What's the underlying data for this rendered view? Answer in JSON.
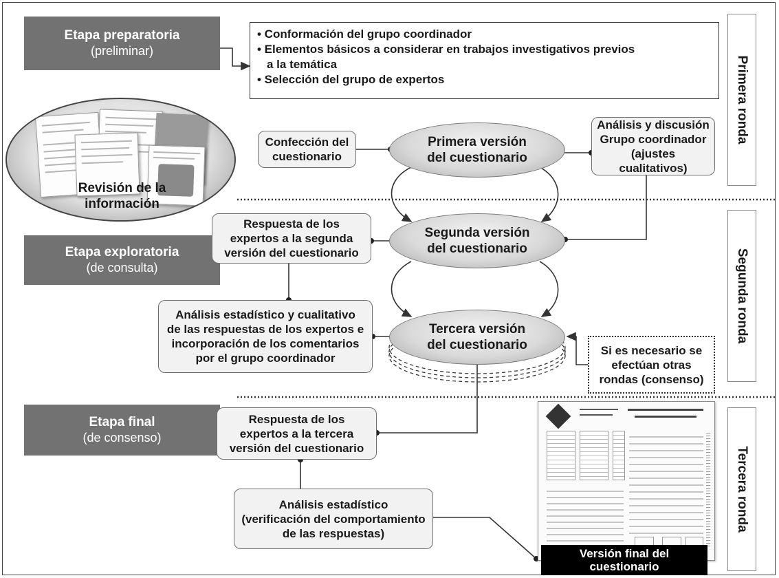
{
  "stages": {
    "preparatory": {
      "title": "Etapa preparatoria",
      "subtitle": "(preliminar)"
    },
    "exploratory": {
      "title": "Etapa exploratoria",
      "subtitle": "(de consulta)"
    },
    "final": {
      "title": "Etapa final",
      "subtitle": "(de consenso)"
    }
  },
  "bullets": [
    "• Conformación del grupo coordinador",
    "• Elementos básicos a considerar en trabajos investigativos previos",
    "  a la temática",
    "• Selección del grupo de expertos"
  ],
  "review": {
    "line1": "Revisión de la",
    "line2": "información"
  },
  "boxes": {
    "confeccion": [
      "Confección del",
      "cuestionario"
    ],
    "analisis_coord": [
      "Análisis y discusión",
      "Grupo coordinador",
      "(ajustes cualitativos)"
    ],
    "respuesta2": [
      "Respuesta de los",
      "expertos a la segunda",
      "versión del cuestionario"
    ],
    "analisis_est": [
      "Análisis estadístico y cualitativo",
      "de las respuestas de los expertos e",
      "incorporación de los comentarios",
      "por el grupo coordinador"
    ],
    "otras_rondas": [
      "Si es necesario se",
      "efectúan otras",
      "rondas (consenso)"
    ],
    "respuesta3": [
      "Respuesta de los",
      "expertos a la tercera",
      "versión del cuestionario"
    ],
    "analisis_final": [
      "Análisis estadístico",
      "(verificación del comportamiento",
      "de las respuestas)"
    ]
  },
  "versions": {
    "v1": [
      "Primera versión",
      "del cuestionario"
    ],
    "v2": [
      "Segunda versión",
      "del cuestionario"
    ],
    "v3": [
      "Tercera versión",
      "del cuestionario"
    ]
  },
  "rounds": {
    "r1": "Primera ronda",
    "r2": "Segunda ronda",
    "r3": "Tercera ronda"
  },
  "final_doc": {
    "line1": "Versión final del",
    "line2": "cuestionario"
  }
}
